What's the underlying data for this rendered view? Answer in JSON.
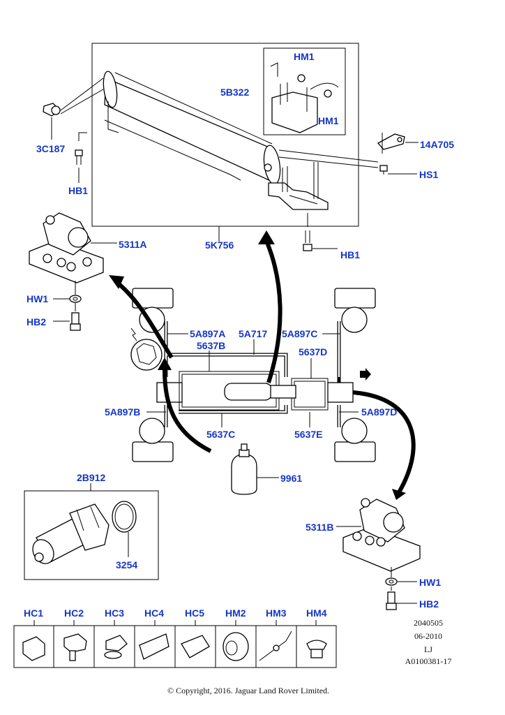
{
  "labels": {
    "HM1_top": "HM1",
    "HM1_mid": "HM1",
    "5B322": "5B322",
    "3C187": "3C187",
    "14A705": "14A705",
    "HS1": "HS1",
    "HB1_left": "HB1",
    "HB1_right": "HB1",
    "5K756": "5K756",
    "5311A": "5311A",
    "HW1_top": "HW1",
    "HB2_top": "HB2",
    "5A897A": "5A897A",
    "5637B": "5637B",
    "5A717": "5A717",
    "5A897C": "5A897C",
    "5637D": "5637D",
    "5A897B": "5A897B",
    "5637C": "5637C",
    "5637E": "5637E",
    "5A897D": "5A897D",
    "9961": "9961",
    "2B912": "2B912",
    "3254": "3254",
    "5311B": "5311B",
    "HW1_bot": "HW1",
    "HB2_bot": "HB2"
  },
  "legend": [
    "HC1",
    "HC2",
    "HC3",
    "HC4",
    "HC5",
    "HM2",
    "HM3",
    "HM4"
  ],
  "meta": {
    "line1": "2040505",
    "line2": "06-2010",
    "line3": "LJ",
    "line4": "A0100381-17"
  },
  "copyright": "© Copyright, 2016. Jaguar Land Rover Limited.",
  "colors": {
    "label": "#1436c8",
    "line": "#000000"
  }
}
